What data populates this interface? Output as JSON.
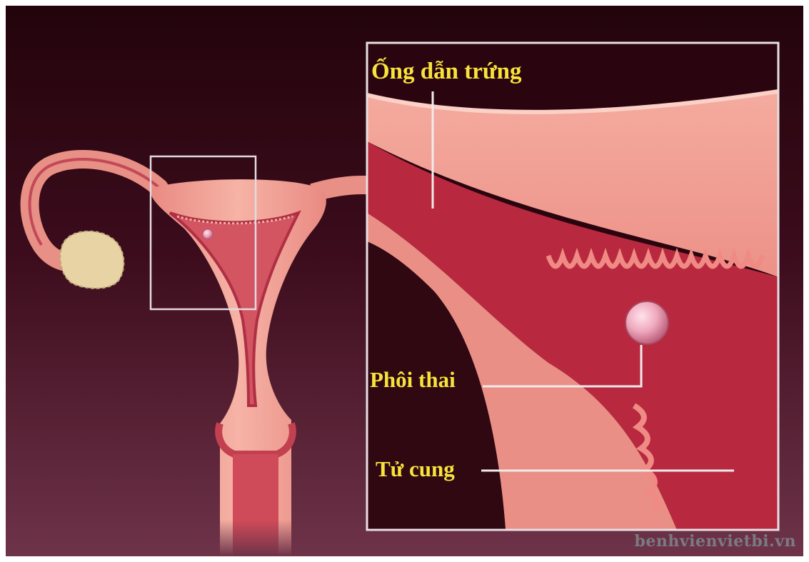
{
  "labels": {
    "fallopian_tube": "Ống dẫn trứng",
    "embryo": "Phôi thai",
    "uterus": "Tử cung"
  },
  "watermark": "benhvienvietbi.vn",
  "colors": {
    "background_top": "#2a050f",
    "background_bottom": "#6a2f45",
    "tissue_light": "#f2a49c",
    "tissue_mid": "#e8837c",
    "tissue_dark": "#c8414f",
    "cavity": "#b1283f",
    "embryo": "#f3b7c7",
    "ovary": "#ead6a8",
    "label_text": "#f7e33a",
    "frame": "#e7dfe3",
    "watermark": "#7a7a82"
  }
}
